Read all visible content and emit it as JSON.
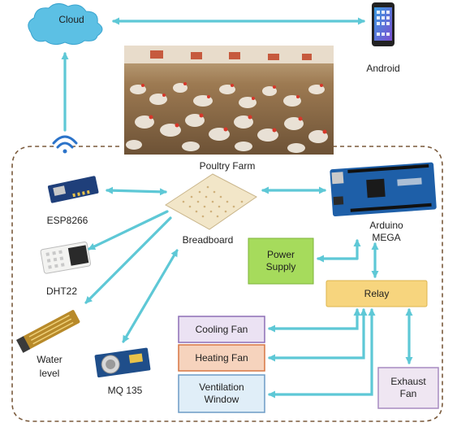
{
  "nodes": {
    "cloud": "Cloud",
    "android": "Android",
    "poultry_farm": "Poultry Farm",
    "esp8266": "ESP8266",
    "breadboard": "Breadboard",
    "arduino": "Arduino\nMEGA",
    "power_supply": "Power\nSupply",
    "relay": "Relay",
    "dht22": "DHT22",
    "water_level": "Water\nlevel",
    "mq135": "MQ 135",
    "cooling_fan": "Cooling Fan",
    "heating_fan": "Heating Fan",
    "ventilation_window": "Ventilation\nWindow",
    "exhaust_fan": "Exhaust\nFan"
  },
  "colors": {
    "arrow": "#5ec8d6",
    "cloud_fill": "#5cc0e4",
    "power_supply_fill": "#a6db5c",
    "relay_fill": "#f7d57e",
    "cooling_fan_fill": "#ebe2f3",
    "cooling_fan_border": "#8d6fb6",
    "heating_fan_fill": "#f6d3bd",
    "heating_fan_border": "#d77644",
    "ventilation_fill": "#e0eef8",
    "ventilation_border": "#6d9cc6",
    "exhaust_fill": "#efe6f2",
    "exhaust_border": "#a78bc1",
    "frame_dash": "#7a5a3c"
  }
}
